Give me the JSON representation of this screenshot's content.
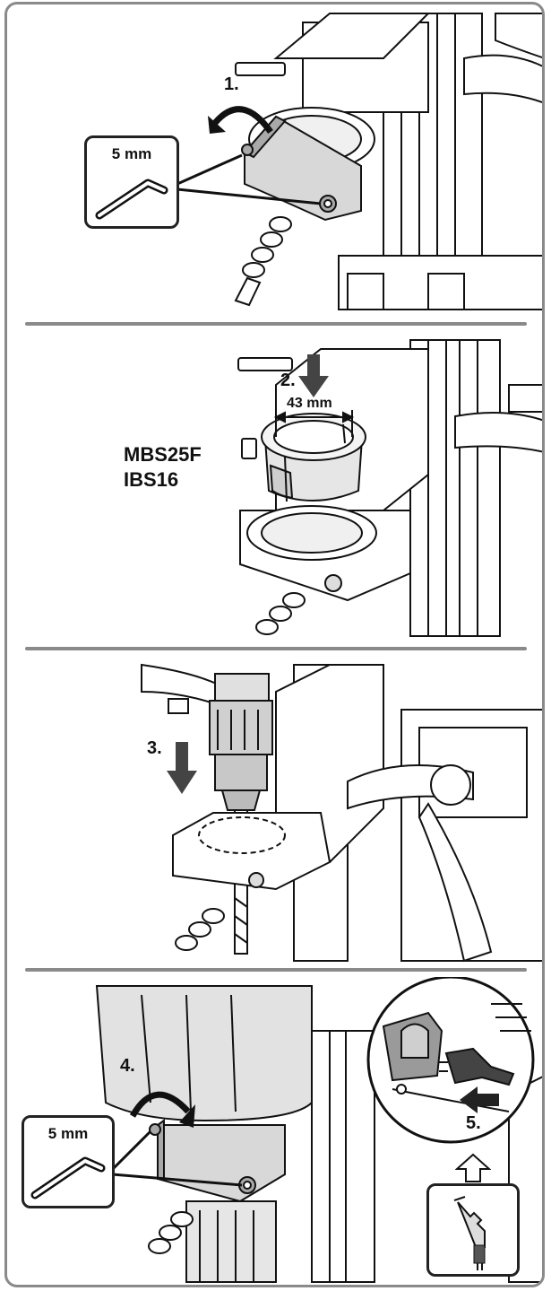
{
  "panels": [
    {
      "step": "1.",
      "tool_label": "5 mm"
    },
    {
      "step": "2.",
      "dimension": "43 mm",
      "models": [
        "MBS25F",
        "IBS16"
      ]
    },
    {
      "step": "3."
    },
    {
      "step": "4.",
      "tool_label": "5 mm",
      "step_b": "5."
    }
  ],
  "icons": [
    "hex-key-icon",
    "rotate-arrow-icon",
    "down-arrow-icon",
    "power-plug-icon",
    "up-arrow-icon"
  ],
  "colors": {
    "frame": "#8a8a8a",
    "part_fill": "#d8d8d8",
    "part_dark": "#a9a9a9",
    "line": "#111111"
  }
}
